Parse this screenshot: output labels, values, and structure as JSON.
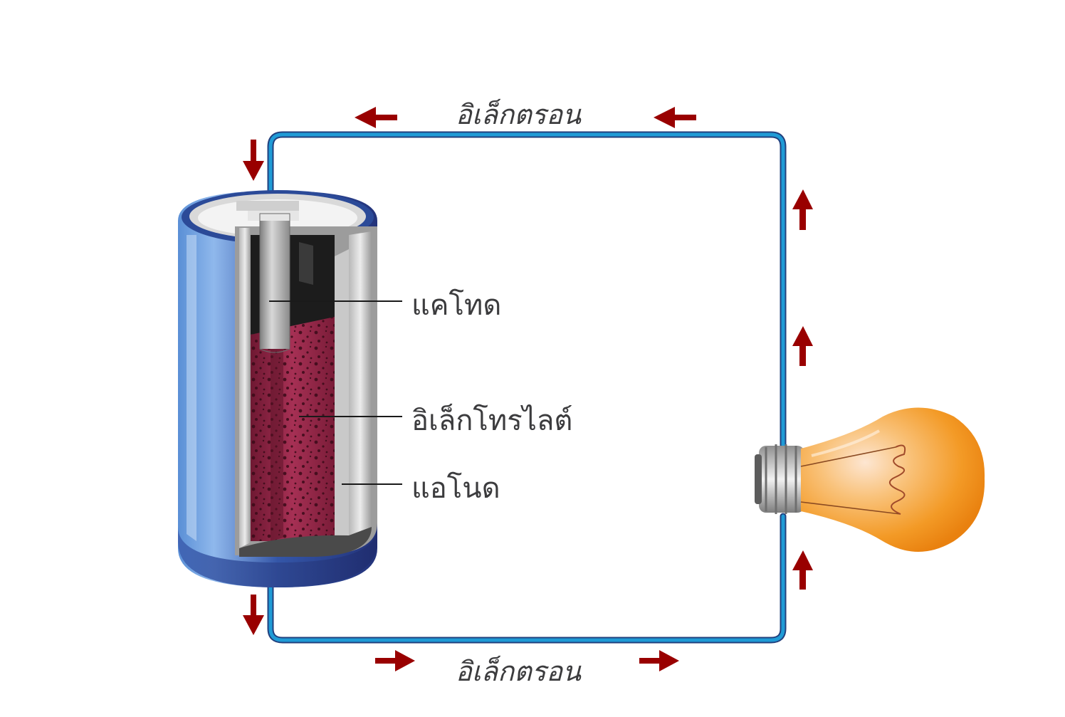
{
  "labels": {
    "top_flow": "อิเล็กตรอน",
    "bottom_flow": "อิเล็กตรอน",
    "cathode": "แคโทด",
    "electrolyte": "อิเล็กโทรไลต์",
    "anode": "แอโนด"
  },
  "colors": {
    "wire": "#1f84c0",
    "arrow": "#990000",
    "battery_shell": "#2f4f9e",
    "electrolyte": "#8e2444",
    "bulb_glass": "#f5a83a",
    "label_text": "#3c3c3e"
  },
  "icons": {
    "battery": "battery-cutaway-icon",
    "bulb": "light-bulb-icon",
    "arrow": "arrow-icon"
  }
}
